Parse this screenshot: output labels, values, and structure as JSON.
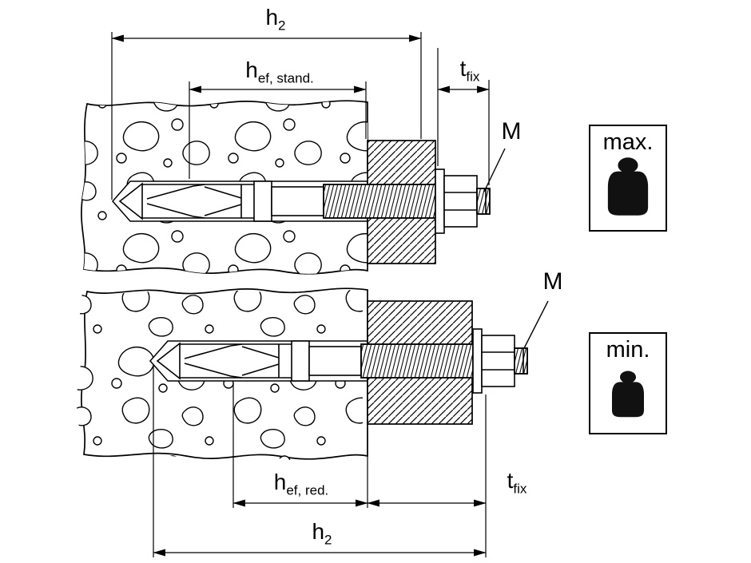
{
  "diagram_top": {
    "dim_h2": {
      "base": "h",
      "sub": "2"
    },
    "dim_hef": {
      "base": "h",
      "sub": "ef, stand."
    },
    "dim_tfix": {
      "base": "t",
      "sub": "fix"
    },
    "thread_size_label": "M",
    "badge_label": "max."
  },
  "diagram_bottom": {
    "dim_hef": {
      "base": "h",
      "sub": "ef, red."
    },
    "dim_tfix": {
      "base": "t",
      "sub": "fix"
    },
    "dim_h2": {
      "base": "h",
      "sub": "2"
    },
    "thread_size_label": "M",
    "badge_label": "min."
  },
  "icons": {
    "max_badge": "weight-heavy-icon",
    "min_badge": "weight-light-icon"
  },
  "colors": {
    "line": "#000000",
    "background": "#ffffff"
  }
}
